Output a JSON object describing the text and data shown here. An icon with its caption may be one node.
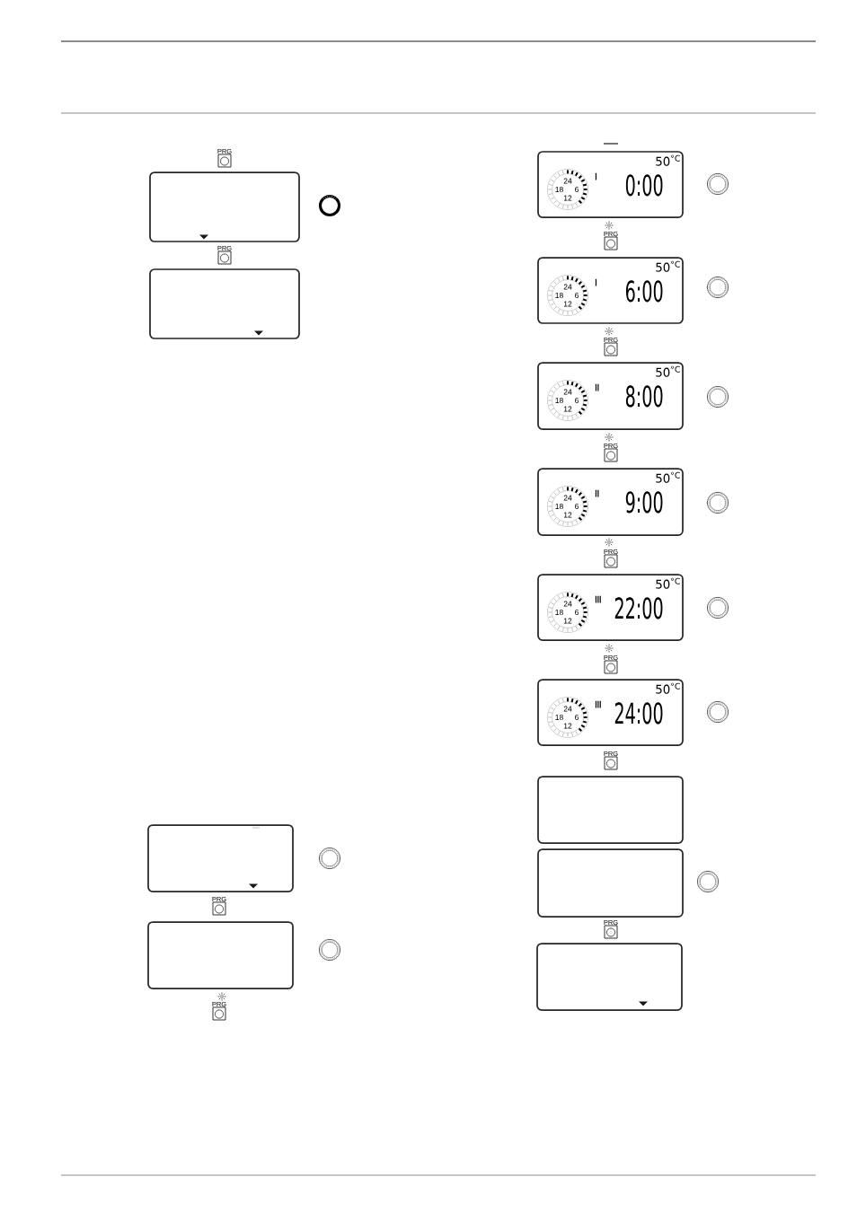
{
  "diagram": {
    "nodes": [
      {
        "text": [
          "PRG"
        ]
      },
      {
        "text": [],
        "shape": "box"
      },
      {
        "text": [
          "PRG"
        ]
      },
      {
        "text": [],
        "shape": "box"
      },
      {
        "text": [],
        "shape": "box"
      },
      {
        "text": [
          "PRG"
        ]
      },
      {
        "text": [],
        "shape": "box"
      },
      {
        "text": [
          "PRG"
        ]
      },
      {
        "text": [
          "50$^{°C}$",
          "24",
          "18",
          "6",
          "12",
          "I",
          "0:00"
        ]
      },
      {
        "text": [
          "PRG"
        ]
      },
      {
        "text": [
          "50$^{°C}$",
          "24",
          "18",
          "6",
          "12",
          "I",
          "6:00"
        ]
      },
      {
        "text": [
          "PRG"
        ]
      },
      {
        "text": [
          "50$^{°C}$",
          "24",
          "18",
          "6",
          "12",
          "II",
          "8:00"
        ]
      },
      {
        "text": [
          "PRG"
        ]
      },
      {
        "text": [
          "50$^{°C}$",
          "24",
          "18",
          "6",
          "12",
          "II",
          "9:00"
        ]
      },
      {
        "text": [
          "PRG"
        ]
      },
      {
        "text": [
          "50$^{°C}$",
          "24",
          "18",
          "6",
          "12",
          "III",
          "22:00"
        ]
      },
      {
        "text": [
          "PRG"
        ]
      },
      {
        "text": [
          "50$^{°C}$",
          "24",
          "18",
          "6",
          "12",
          "III",
          "24:00"
        ]
      },
      {
        "text": [
          "PRG"
        ]
      },
      {
        "text": [],
        "shape": "box"
      },
      {
        "text": [],
        "shape": "box"
      },
      {
        "text": [
          "PRG"
        ]
      },
      {
        "text": [],
        "shape": "box"
      }
    ]
  }
}
